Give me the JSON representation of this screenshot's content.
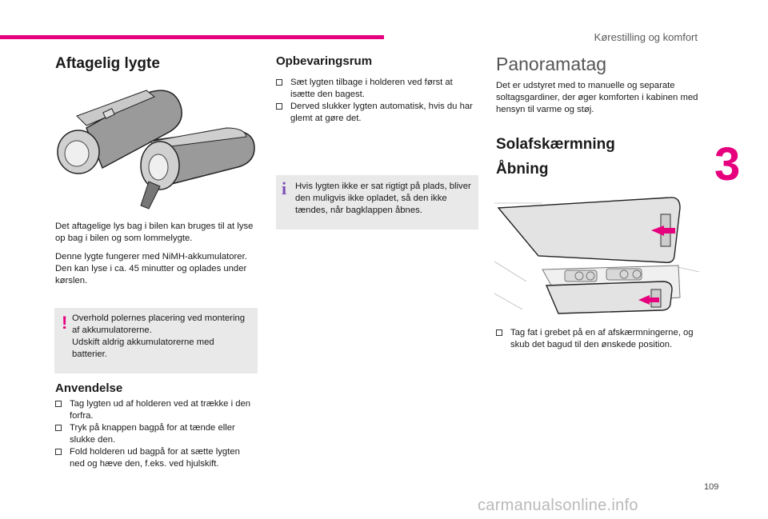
{
  "header": {
    "chapter_title": "Kørestilling og komfort",
    "chapter_number": "3",
    "accent_color": "#e6007e"
  },
  "page_number": "109",
  "watermark": "carmanualsonline.info",
  "col1": {
    "title": "Aftagelig lygte",
    "intro": "Det aftagelige lys bag i bilen kan bruges til at lyse op bag i bilen og som lommelygte.",
    "battery_line1": "Denne lygte fungerer med NiMH-akkumulatorer.",
    "battery_line2": "Den kan lyse i ca. 45 minutter og oplades under kørslen.",
    "warning": {
      "line1": "Overhold polernes placering ved montering af akkumulatorerne.",
      "line2": "Udskift aldrig akkumulatorerne med batterier."
    },
    "usage_title": "Anvendelse",
    "usage_items": [
      "Tag lygten ud af holderen ved at trække i den forfra.",
      "Tryk på knappen bagpå for at tænde eller slukke den.",
      "Fold holderen ud bagpå for at sætte lygten ned og hæve den, f.eks. ved hjulskift."
    ]
  },
  "col2": {
    "title": "Opbevaringsrum",
    "items": [
      "Sæt lygten tilbage i holderen ved først at isætte den bagest.",
      "Derved slukker lygten automatisk, hvis du har glemt at gøre det."
    ],
    "info": "Hvis lygten ikke er sat rigtigt på plads, bliver den muligvis ikke opladet, så den ikke tændes, når bagklappen åbnes."
  },
  "col3": {
    "title": "Panoramatag",
    "intro": "Det er udstyret med to manuelle og separate soltagsgardiner, der øger komforten i kabinen med hensyn til varme og støj.",
    "sun_title": "Solafskærmning",
    "open_title": "Åbning",
    "open_item": "Tag fat i grebet på en af afskærmningerne, og skub det bagud til den ønskede position."
  }
}
